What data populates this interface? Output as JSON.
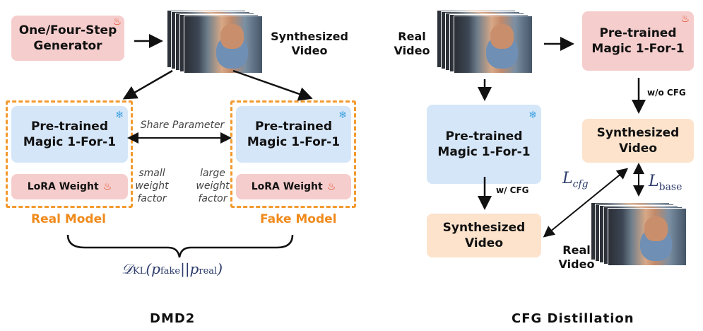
{
  "dmd2": {
    "generator": "One/Four-Step\nGenerator",
    "synth_video": "Synthesized\nVideo",
    "real_model_box": "Pre-trained\nMagic 1-For-1",
    "fake_model_box": "Pre-trained\nMagic 1-For-1",
    "lora_left": "LoRA Weight",
    "lora_right": "LoRA Weight",
    "share_param": "Share Parameter",
    "small_factor": "small\nweight\nfactor",
    "large_factor": "large\nweight\nfactor",
    "real_model": "Real  Model",
    "fake_model": "Fake  Model",
    "loss": "𝒟KL(pfake||preal)",
    "title": "DMD2"
  },
  "cfg": {
    "real_video_top": "Real\nVideo",
    "teacher_box": "Pre-trained\nMagic 1-For-1",
    "student_box": "Pre-trained\nMagic 1-For-1",
    "wo_cfg": "w/o CFG",
    "w_cfg": "w/ CFG",
    "synth_right": "Synthesized\nVideo",
    "synth_left": "Synthesized\nVideo",
    "l_cfg": "Lcfg",
    "l_base": "Lbase",
    "real_video_bottom": "Real\nVideo",
    "title": "CFG Distillation"
  },
  "icons": [
    "fire-icon",
    "snowflake-icon"
  ],
  "colors": {
    "pink": "#f6cdcd",
    "blue": "#d5e6f8",
    "peach": "#fde3cc",
    "orange": "#f08a1c"
  }
}
